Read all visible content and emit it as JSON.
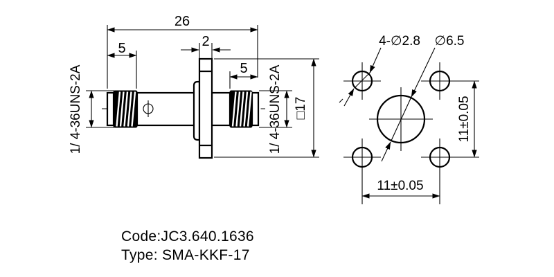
{
  "colors": {
    "ink": "#000000",
    "background": "#ffffff"
  },
  "side_view": {
    "dim_overall_length": "26",
    "dim_left_thread_length": "5",
    "dim_flange_thickness": "2",
    "dim_right_thread_length": "5",
    "left_thread_spec": "1/ 4-36UNS-2A",
    "right_thread_spec": "1/ 4-36UNS-2A",
    "flange_square_label": "□17"
  },
  "front_view": {
    "mounting_holes_label": "4-∅2.8",
    "center_hole_label": "∅6.5",
    "dim_hole_spacing_horizontal": "11±0.05",
    "dim_hole_spacing_vertical": "11±0.05"
  },
  "notes": {
    "code_line": "Code:JC3.640.1636",
    "type_line": "Type: SMA-KKF-17"
  }
}
